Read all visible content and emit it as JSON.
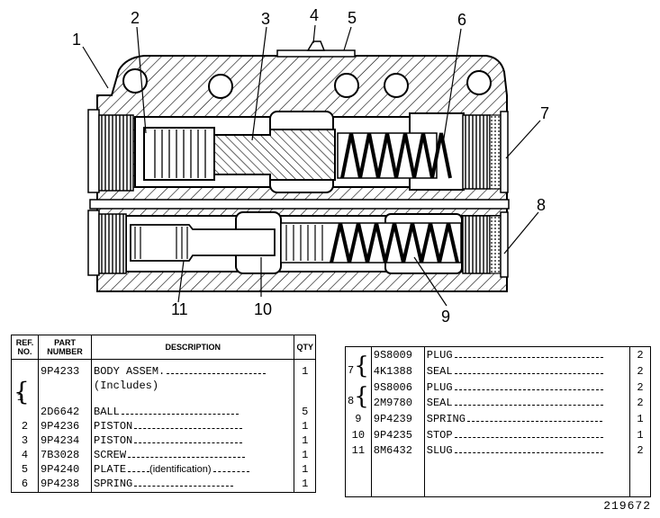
{
  "callouts": [
    "1",
    "2",
    "3",
    "4",
    "5",
    "6",
    "7",
    "8",
    "9",
    "10",
    "11"
  ],
  "table1": {
    "headers": {
      "ref": "REF. NO.",
      "part": "PART NUMBER",
      "desc": "DESCRIPTION",
      "qty": "QTY"
    },
    "rows": [
      {
        "ref": "1",
        "part": "9P4233",
        "desc": "BODY ASSEM.",
        "qty": "1"
      },
      {
        "ref": "",
        "part": "",
        "desc": "(Includes)",
        "qty": ""
      },
      {
        "ref": "",
        "part": "2D6642",
        "desc": "BALL",
        "qty": "5"
      },
      {
        "ref": "2",
        "part": "9P4236",
        "desc": "PISTON",
        "qty": "1"
      },
      {
        "ref": "3",
        "part": "9P4234",
        "desc": "PISTON",
        "qty": "1"
      },
      {
        "ref": "4",
        "part": "7B3028",
        "desc": "SCREW",
        "qty": "1"
      },
      {
        "ref": "5",
        "part": "9P4240",
        "desc": "PLATE",
        "note": "(identification)",
        "qty": "1"
      },
      {
        "ref": "6",
        "part": "9P4238",
        "desc": "SPRING",
        "qty": "1"
      }
    ]
  },
  "table2": {
    "rows": [
      {
        "ref": "7",
        "part": "9S8009",
        "desc": "PLUG",
        "qty": "2"
      },
      {
        "ref": "",
        "part": "4K1388",
        "desc": "SEAL",
        "qty": "2"
      },
      {
        "ref": "8",
        "part": "9S8006",
        "desc": "PLUG",
        "qty": "2"
      },
      {
        "ref": "",
        "part": "2M9780",
        "desc": "SEAL",
        "qty": "2"
      },
      {
        "ref": "9",
        "part": "9P4239",
        "desc": "SPRING",
        "qty": "1"
      },
      {
        "ref": "10",
        "part": "9P4235",
        "desc": "STOP",
        "qty": "1"
      },
      {
        "ref": "11",
        "part": "8M6432",
        "desc": "SLUG",
        "qty": "2"
      }
    ]
  },
  "doc_number": "219672"
}
